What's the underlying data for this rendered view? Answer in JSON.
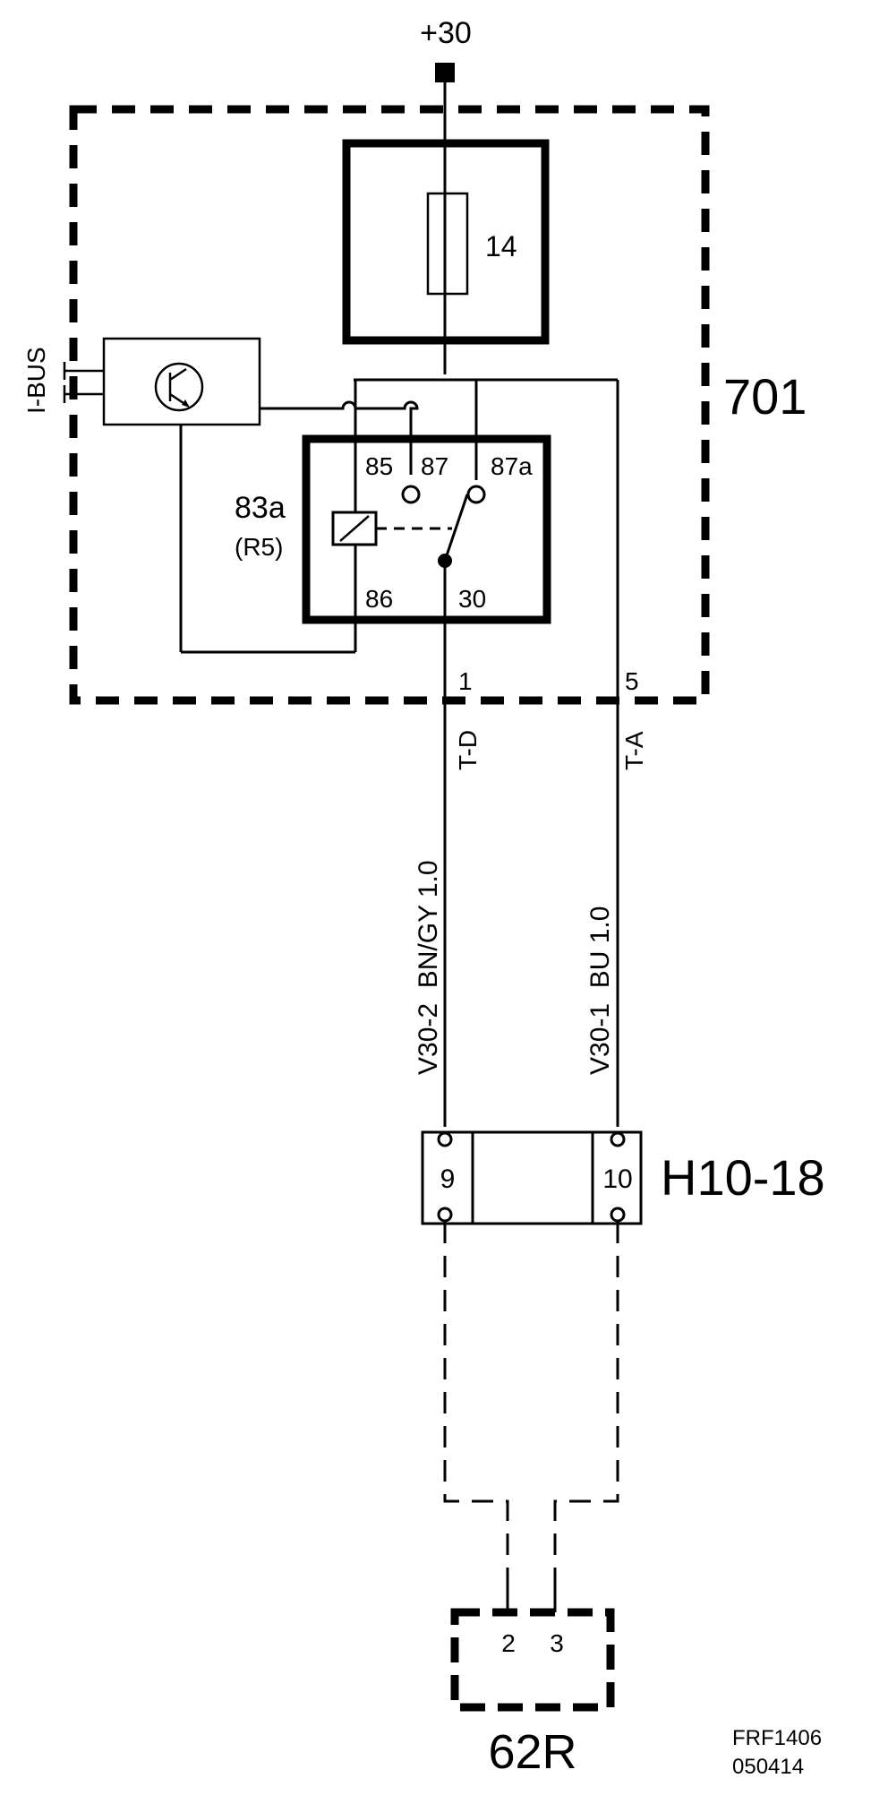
{
  "supply": {
    "label": "+30"
  },
  "module": {
    "id": "701"
  },
  "fuse": {
    "number": "14"
  },
  "ibus": {
    "label": "I-BUS"
  },
  "relay": {
    "name": "83a",
    "ref": "(R5)",
    "pins": {
      "p85": "85",
      "p87": "87",
      "p87a": "87a",
      "p86": "86",
      "p30": "30"
    }
  },
  "outputs": {
    "left": {
      "pin": "1",
      "code": "T-D",
      "wire": "V30-2  BN/GY 1.0"
    },
    "right": {
      "pin": "5",
      "code": "T-A",
      "wire": "V30-1  BU 1.0"
    }
  },
  "connector": {
    "id": "H10-18",
    "pin_left": "9",
    "pin_right": "10"
  },
  "component": {
    "id": "62R",
    "pin_left": "2",
    "pin_right": "3"
  },
  "footer": {
    "ref": "FRF1406",
    "date": "050414"
  }
}
